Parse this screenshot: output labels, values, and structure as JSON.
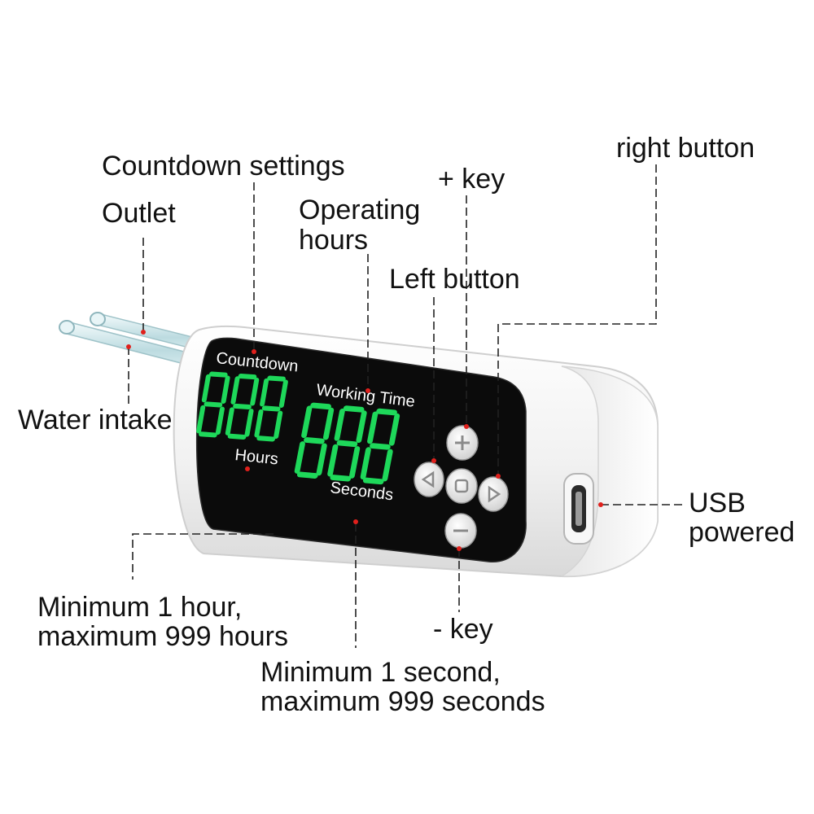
{
  "colors": {
    "digit_on": "#1ed85a",
    "digit_dim": "#0d3a1a",
    "leader_dot": "#e0201c",
    "leader_line": "#222222",
    "body": "#f2f2f2",
    "panel": "#0b0b0b",
    "tube": "#cfe7ea"
  },
  "callouts": {
    "countdown_settings": "Countdown settings",
    "outlet": "Outlet",
    "operating_hours": "Operating\nhours",
    "plus_key": "+ key",
    "right_button": "right button",
    "left_button": "Left button",
    "water_intake": "Water intake",
    "usb_powered": "USB\npowered",
    "minus_key": "- key",
    "hours_range": "Minimum 1 hour,\nmaximum 999 hours",
    "seconds_range": "Minimum 1 second,\nmaximum 999 seconds"
  },
  "panel": {
    "countdown_label": "Countdown",
    "hours_label": "Hours",
    "working_time_label": "Working Time",
    "seconds_label": "Seconds",
    "hours_digits": "888",
    "seconds_digits": "888"
  },
  "icons": {
    "plus": "plus-icon",
    "minus": "minus-icon",
    "left": "left-arrow-icon",
    "right": "right-arrow-icon",
    "center": "center-square-icon"
  }
}
